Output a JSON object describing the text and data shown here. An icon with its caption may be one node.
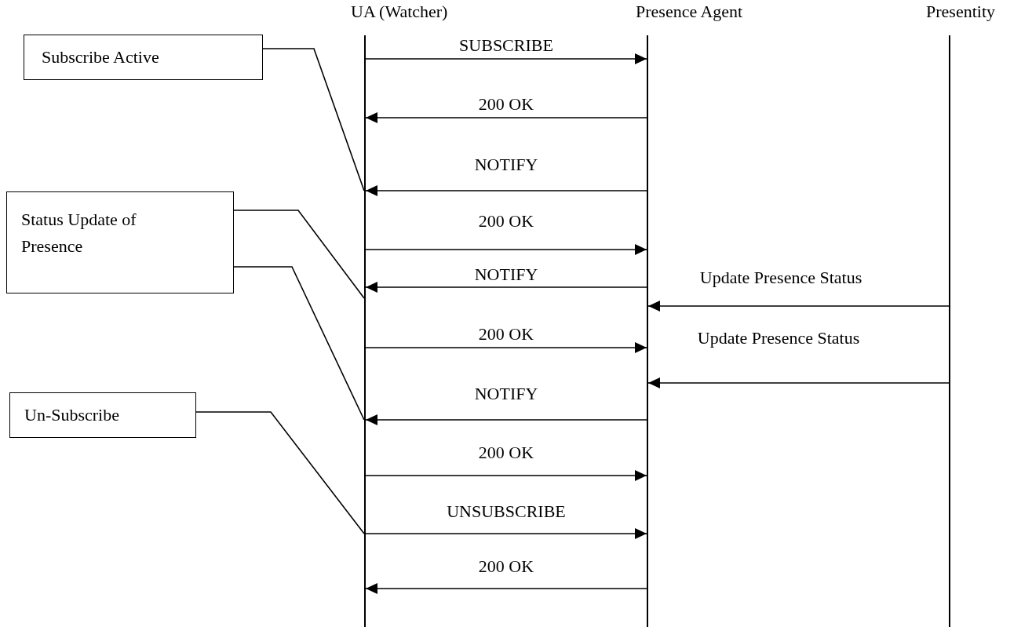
{
  "diagram": {
    "nodes": [
      {
        "text": [
          "UA (Watcher)"
        ]
      },
      {
        "text": [
          "Presence Agent"
        ]
      },
      {
        "text": [
          "Presentity"
        ]
      },
      {
        "text": [
          "Subscribe Active"
        ]
      },
      {
        "text": [
          "Status Update of Presence"
        ]
      },
      {
        "text": [
          "Un-Subscribe"
        ]
      }
    ],
    "edges": [
      {
        "from": 0,
        "to": 1,
        "arrow": "to",
        "label": "SUBSCRIBE"
      },
      {
        "from": 1,
        "to": 0,
        "arrow": "to",
        "label": "200 OK"
      },
      {
        "from": 1,
        "to": 0,
        "arrow": "to",
        "label": "NOTIFY"
      },
      {
        "from": 0,
        "to": 1,
        "arrow": "to",
        "label": "200 OK"
      },
      {
        "from": 1,
        "to": 0,
        "arrow": "to",
        "label": "NOTIFY"
      },
      {
        "from": 2,
        "to": 1,
        "arrow": "to",
        "label": "Update Presence Status"
      },
      {
        "from": 0,
        "to": 1,
        "arrow": "to",
        "label": "200 OK"
      },
      {
        "from": 2,
        "to": 1,
        "arrow": "to",
        "label": "Update Presence Status"
      },
      {
        "from": 1,
        "to": 0,
        "arrow": "to",
        "label": "NOTIFY"
      },
      {
        "from": 0,
        "to": 1,
        "arrow": "to",
        "label": "200 OK"
      },
      {
        "from": 0,
        "to": 1,
        "arrow": "to",
        "label": "UNSUBSCRIBE"
      },
      {
        "from": 1,
        "to": 0,
        "arrow": "to",
        "label": "200 OK"
      },
      {
        "from": 3,
        "to": 0,
        "arrow": "none"
      },
      {
        "from": 4,
        "to": 0,
        "arrow": "none"
      },
      {
        "from": 4,
        "to": 0,
        "arrow": "none"
      },
      {
        "from": 5,
        "to": 0,
        "arrow": "none"
      }
    ]
  }
}
